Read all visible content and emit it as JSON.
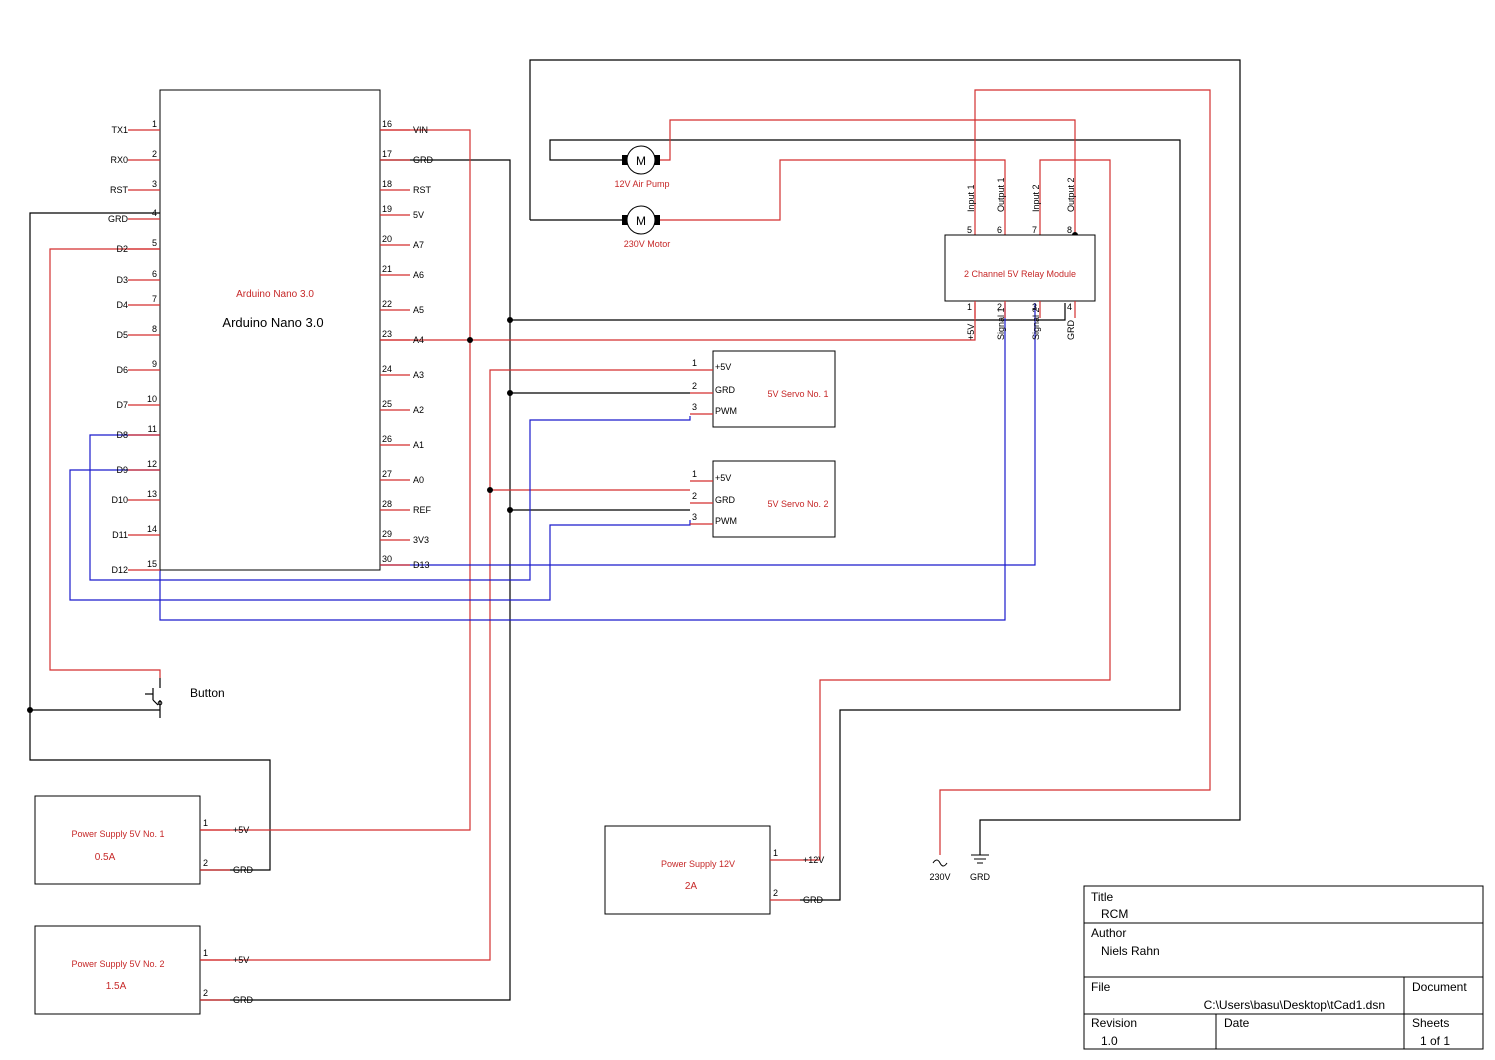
{
  "arduino": {
    "ref": "Arduino Nano 3.0",
    "name": "Arduino Nano 3.0",
    "left_pins": [
      {
        "num": "1",
        "label": "TX1"
      },
      {
        "num": "2",
        "label": "RX0"
      },
      {
        "num": "3",
        "label": "RST"
      },
      {
        "num": "4",
        "label": "GRD"
      },
      {
        "num": "5",
        "label": "D2"
      },
      {
        "num": "6",
        "label": "D3"
      },
      {
        "num": "7",
        "label": "D4"
      },
      {
        "num": "8",
        "label": "D5"
      },
      {
        "num": "9",
        "label": "D6"
      },
      {
        "num": "10",
        "label": "D7"
      },
      {
        "num": "11",
        "label": "D8"
      },
      {
        "num": "12",
        "label": "D9"
      },
      {
        "num": "13",
        "label": "D10"
      },
      {
        "num": "14",
        "label": "D11"
      },
      {
        "num": "15",
        "label": "D12"
      }
    ],
    "right_pins": [
      {
        "num": "16",
        "label": "VIN"
      },
      {
        "num": "17",
        "label": "GRD"
      },
      {
        "num": "18",
        "label": "RST"
      },
      {
        "num": "19",
        "label": "5V"
      },
      {
        "num": "20",
        "label": "A7"
      },
      {
        "num": "21",
        "label": "A6"
      },
      {
        "num": "22",
        "label": "A5"
      },
      {
        "num": "23",
        "label": "A4"
      },
      {
        "num": "24",
        "label": "A3"
      },
      {
        "num": "25",
        "label": "A2"
      },
      {
        "num": "26",
        "label": "A1"
      },
      {
        "num": "27",
        "label": "A0"
      },
      {
        "num": "28",
        "label": "REF"
      },
      {
        "num": "29",
        "label": "3V3"
      },
      {
        "num": "30",
        "label": "D13"
      }
    ]
  },
  "motors": {
    "symbol": "M",
    "pump_label": "12V Air Pump",
    "motor_label": "230V Motor"
  },
  "relay": {
    "name": "2 Channel 5V Relay Module",
    "top_pins": [
      {
        "num": "5",
        "label": "Input 1"
      },
      {
        "num": "6",
        "label": "Output 1"
      },
      {
        "num": "7",
        "label": "Input 2"
      },
      {
        "num": "8",
        "label": "Output 2"
      }
    ],
    "bottom_pins": [
      {
        "num": "1",
        "label": "+5V"
      },
      {
        "num": "2",
        "label": "Signal 1"
      },
      {
        "num": "3",
        "label": "Signal 2"
      },
      {
        "num": "4",
        "label": "GRD"
      }
    ]
  },
  "servo1": {
    "name": "5V Servo No. 1",
    "pins": [
      {
        "num": "1",
        "label": "+5V"
      },
      {
        "num": "2",
        "label": "GRD"
      },
      {
        "num": "3",
        "label": "PWM"
      }
    ]
  },
  "servo2": {
    "name": "5V Servo No. 2",
    "pins": [
      {
        "num": "1",
        "label": "+5V"
      },
      {
        "num": "2",
        "label": "GRD"
      },
      {
        "num": "3",
        "label": "PWM"
      }
    ]
  },
  "button": {
    "label": "Button"
  },
  "psu1": {
    "name": "Power Supply 5V No. 1",
    "rating": "0.5A",
    "pins": [
      {
        "num": "1",
        "label": "+5V"
      },
      {
        "num": "2",
        "label": "GRD"
      }
    ]
  },
  "psu2": {
    "name": "Power Supply 5V No. 2",
    "rating": "1.5A",
    "pins": [
      {
        "num": "1",
        "label": "+5V"
      },
      {
        "num": "2",
        "label": "GRD"
      }
    ]
  },
  "psu12": {
    "name": "Power Supply 12V",
    "rating": "2A",
    "pins": [
      {
        "num": "1",
        "label": "+12V"
      },
      {
        "num": "2",
        "label": "GRD"
      }
    ]
  },
  "mains": {
    "ac_label": "230V",
    "gnd_label": "GRD"
  },
  "titleblock": {
    "title_label": "Title",
    "title_value": "RCM",
    "author_label": "Author",
    "author_value": "Niels Rahn",
    "file_label": "File",
    "file_value": "C:\\Users\\basu\\Desktop\\tCad1.dsn",
    "document_label": "Document",
    "revision_label": "Revision",
    "revision_value": "1.0",
    "date_label": "Date",
    "sheets_label": "Sheets",
    "sheets_value": "1 of 1"
  }
}
